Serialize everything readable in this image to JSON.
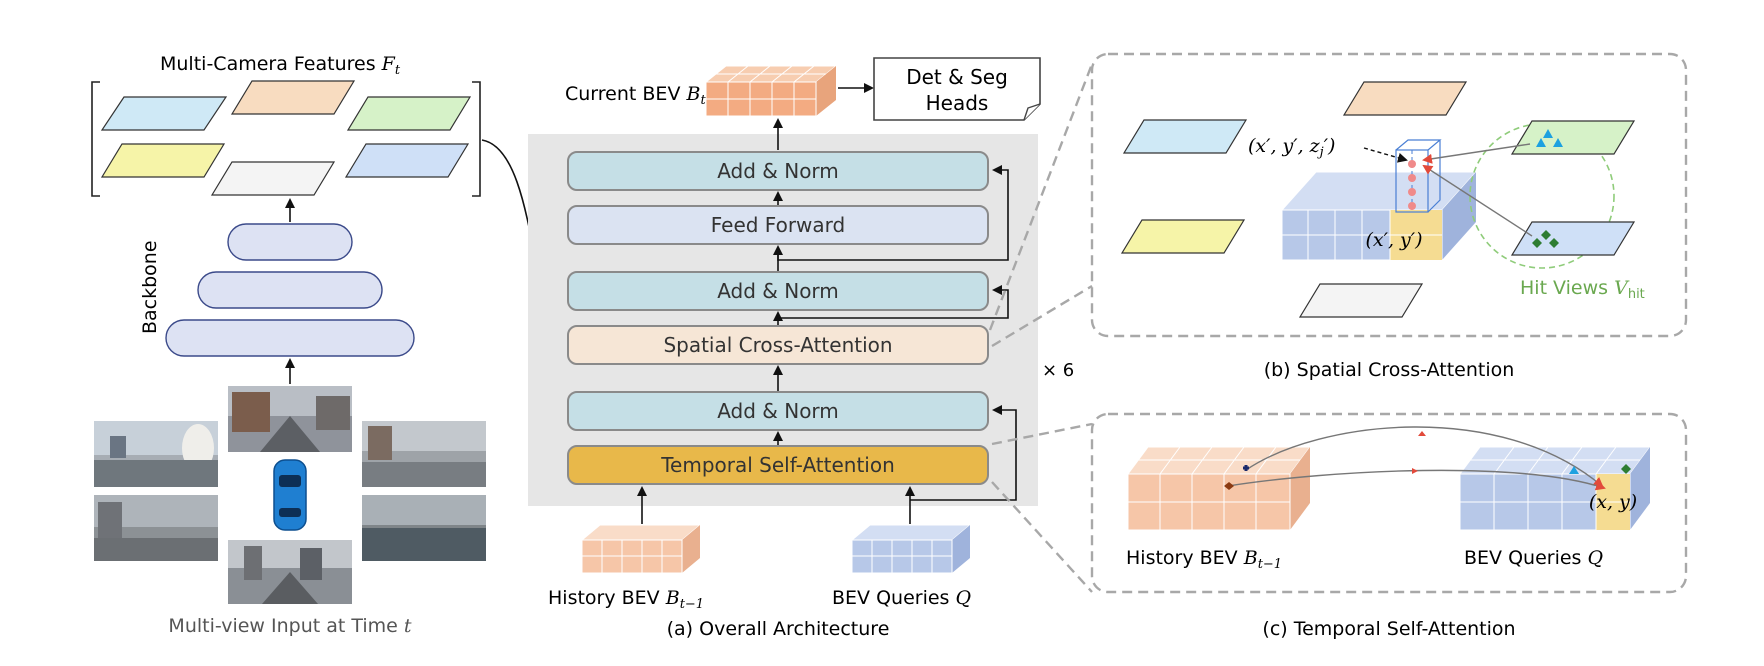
{
  "left": {
    "features_title": "Multi-Camera Features",
    "features_symbol": "F",
    "features_sub": "t",
    "backbone_label": "Backbone",
    "input_caption": "Multi-view Input at Time",
    "input_symbol": "t"
  },
  "center": {
    "current_bev_label": "Current BEV",
    "current_bev_symbol": "B",
    "current_bev_sub": "t",
    "heads_line1": "Det & Seg",
    "heads_line2": "Heads",
    "blocks": {
      "add_norm_top": "Add & Norm",
      "feed_forward": "Feed Forward",
      "add_norm_mid": "Add & Norm",
      "spatial_cross": "Spatial Cross-Attention",
      "add_norm_bottom": "Add & Norm",
      "temporal_self": "Temporal Self-Attention"
    },
    "repeat": "× 6",
    "history_label": "History BEV",
    "history_symbol": "B",
    "history_sub": "t−1",
    "queries_label": "BEV Queries",
    "queries_symbol": "Q",
    "caption": "(a) Overall Architecture"
  },
  "panel_b": {
    "point_3d": "(x′, y′, z",
    "point_3d_sub": "j",
    "point_3d_end": "′)",
    "point_2d": "(x′, y′)",
    "hit_views": "Hit Views",
    "hit_symbol": "V",
    "hit_sub": "hit",
    "caption": "(b) Spatial Cross-Attention"
  },
  "panel_c": {
    "history_label": "History BEV",
    "history_symbol": "B",
    "history_sub": "t−1",
    "queries_label": "BEV Queries",
    "queries_symbol": "Q",
    "point": "(x, y)",
    "caption": "(c) Temporal Self-Attention"
  },
  "colors": {
    "add_norm": "#c5dfe6",
    "feed_forward": "#dbe3f2",
    "spatial": "#f6e6d6",
    "temporal": "#e8b84a",
    "gray_bg": "#e6e6e6",
    "bev_orange": "#f3c2a3",
    "bev_blue": "#b7c8e8",
    "hit_green": "#6aa84f"
  }
}
